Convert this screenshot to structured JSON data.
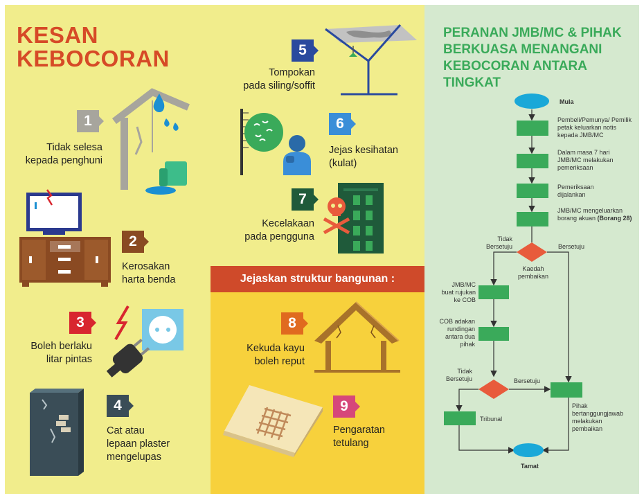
{
  "left": {
    "title_line1": "KESAN",
    "title_line2": "KEBOCORAN",
    "items": [
      {
        "num": "1",
        "line1": "Tidak selesa",
        "line2": "kepada penghuni",
        "color": "#a7a59d"
      },
      {
        "num": "2",
        "line1": "Kerosakan",
        "line2": "harta benda",
        "color": "#8a4a22"
      },
      {
        "num": "3",
        "line1": "Boleh berlaku",
        "line2": "litar pintas",
        "color": "#d8262f"
      },
      {
        "num": "4",
        "line1": "Cat atau",
        "line2": "lepaan plaster",
        "line3": "mengelupas",
        "color": "#3a4d57"
      }
    ]
  },
  "middle": {
    "items": [
      {
        "num": "5",
        "line1": "Tompokan",
        "line2": "pada siling/soffit",
        "color": "#2a4a9e"
      },
      {
        "num": "6",
        "line1": "Jejas kesihatan",
        "line2": "(kulat)",
        "color": "#3a8ed8"
      },
      {
        "num": "7",
        "line1": "Kecelakaan",
        "line2": "pada pengguna",
        "color": "#1f5a3a"
      }
    ],
    "banner": "Jejaskan struktur bangunan :",
    "struct_items": [
      {
        "num": "8",
        "line1": "Kekuda kayu",
        "line2": "boleh reput",
        "color": "#e06a1f"
      },
      {
        "num": "9",
        "line1": "Pengaratan",
        "line2": "tetulang",
        "color": "#d6477a"
      }
    ]
  },
  "right": {
    "title": "PERANAN JMB/MC & PIHAK BERKUASA MENANGANI KEBOCORAN ANTARA TINGKAT",
    "flow": {
      "start": "Mula",
      "step1": "Pembeli/Pemunya/ Pemilik petak keluarkan notis kepada JMB/MC",
      "step2": "Dalam masa 7 hari JMB/MC melakukan pemeriksaan",
      "step3": "Pemeriksaan dijalankan",
      "step4_a": "JMB/MC mengeluarkan borang akuan ",
      "step4_b": "(Borang 28)",
      "dec1_no": "Tidak Bersetuju",
      "dec1_yes": "Bersetuju",
      "dec1_label": "Kaedah pembaikan",
      "cob1": "JMB/MC buat rujukan ke COB",
      "cob2": "COB adakan rundingan antara dua pihak",
      "dec2_no": "Tidak Bersetuju",
      "dec2_yes": "Bersetuju",
      "tribunal": "Tribunal",
      "repair": "Pihak bertanggungjawab melakukan pembaikan",
      "end": "Tamat"
    },
    "colors": {
      "box": "#3aaa5a",
      "oval": "#1aa8d8",
      "diamond": "#e85b3c"
    }
  }
}
